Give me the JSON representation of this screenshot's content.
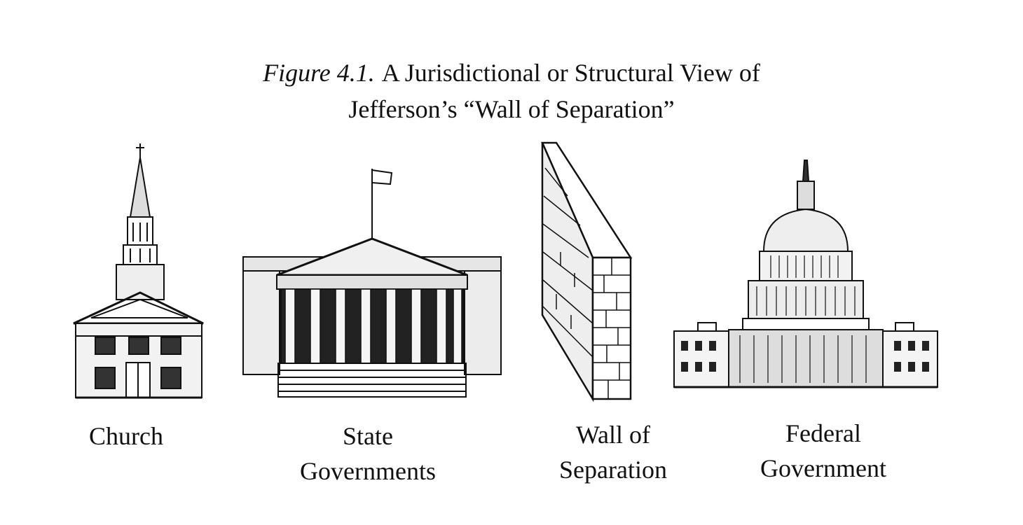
{
  "figure": {
    "label": "Figure 4.1.",
    "title_line1": "A Jurisdictional or Structural View of",
    "title_line2": "Jefferson’s “Wall of Separation”"
  },
  "items": [
    {
      "icon": "church-icon",
      "caption_line1": "Church",
      "caption_line2": ""
    },
    {
      "icon": "state-capitol-icon",
      "caption_line1": "State",
      "caption_line2": "Governments"
    },
    {
      "icon": "brick-wall-icon",
      "caption_line1": "Wall of",
      "caption_line2": "Separation"
    },
    {
      "icon": "us-capitol-icon",
      "caption_line1": "Federal",
      "caption_line2": "Government"
    }
  ]
}
